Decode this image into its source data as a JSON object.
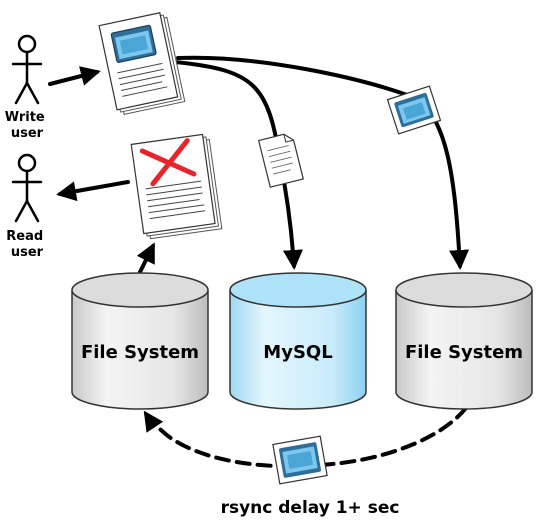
{
  "actors": {
    "write_user": [
      "Write",
      "user"
    ],
    "read_user": [
      "Read",
      "user"
    ]
  },
  "cylinders": {
    "left": "File System",
    "center": "MySQL",
    "right": "File System"
  },
  "caption": "rsync delay 1+ sec",
  "colors": {
    "cylinder_gray_top": "#d8d8d8",
    "cylinder_gray_body": "#ececec",
    "cylinder_blue_top": "#aee2f8",
    "cylinder_blue_body": "#d8f1fc",
    "cross": "#e8232a",
    "browser_blue": "#4aa6d6"
  }
}
